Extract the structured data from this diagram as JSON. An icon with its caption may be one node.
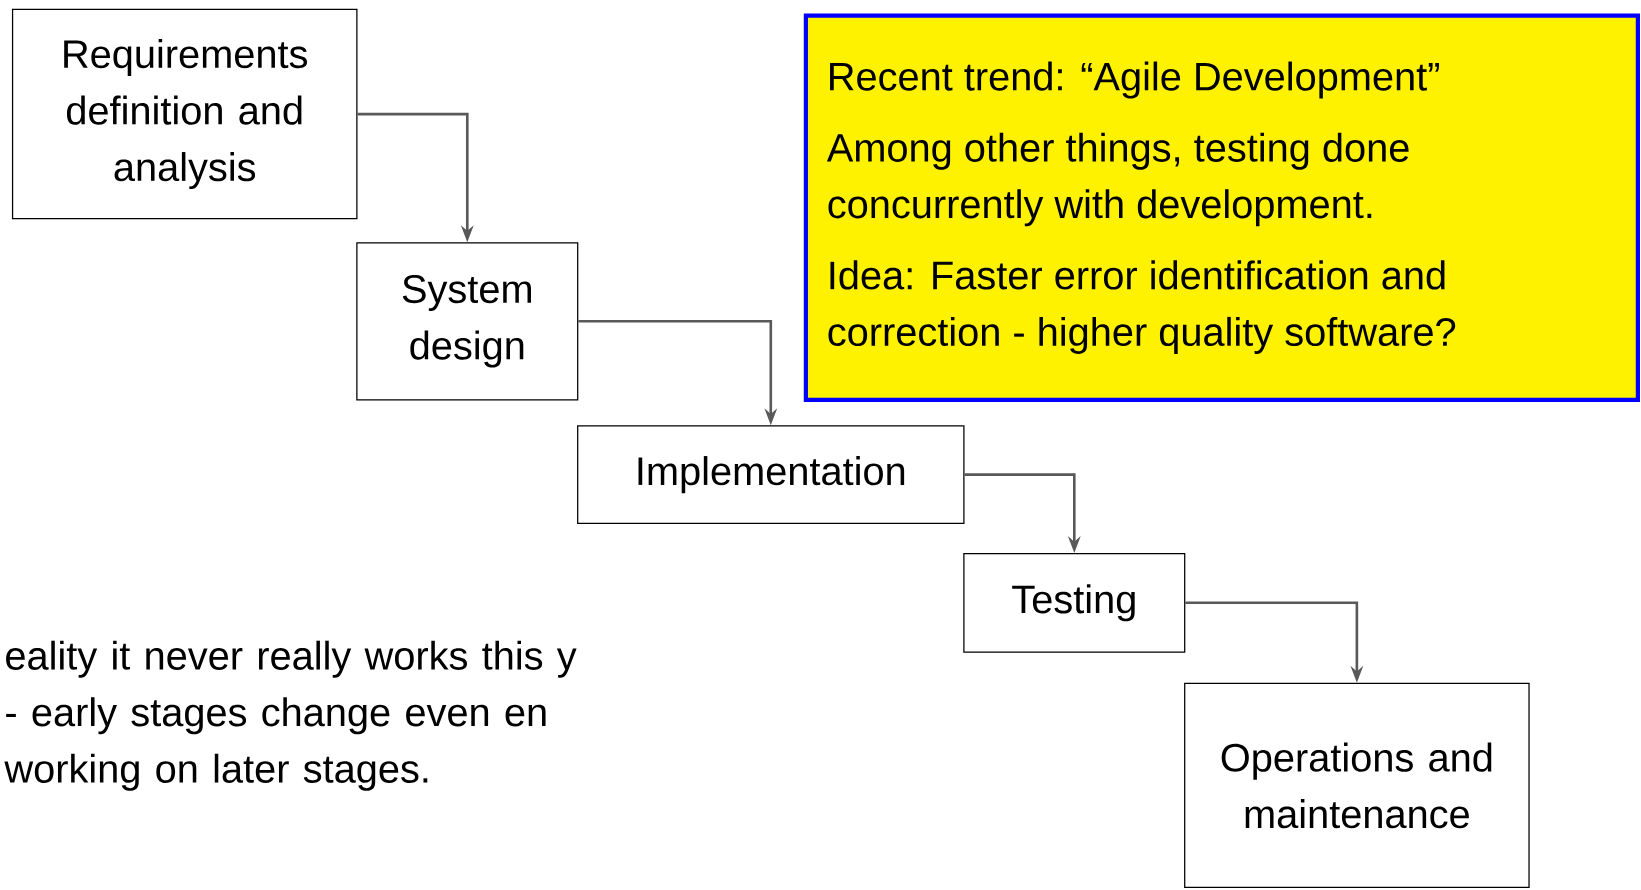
{
  "diagram": {
    "nodes": [
      {
        "text": [
          "Requirements definition and analysis"
        ]
      },
      {
        "text": [
          "System design"
        ]
      },
      {
        "text": [
          "Implementation"
        ]
      },
      {
        "text": [
          "Testing"
        ]
      },
      {
        "text": [
          "Operations and maintenance"
        ]
      },
      {
        "text": [
          "Recent trend: “Agile Development”",
          "Among other things, testing done concurrently with development.",
          "Idea: Faster error identification and correction - higher quality software?"
        ]
      }
    ],
    "edges": [
      {
        "from": 0,
        "to": 1,
        "arrow": "to"
      },
      {
        "from": 1,
        "to": 2,
        "arrow": "to"
      },
      {
        "from": 2,
        "to": 3,
        "arrow": "to"
      },
      {
        "from": 3,
        "to": 4,
        "arrow": "to"
      }
    ],
    "labels": [
      "eality it never really works this y - early stages change even en working on later stages."
    ]
  }
}
